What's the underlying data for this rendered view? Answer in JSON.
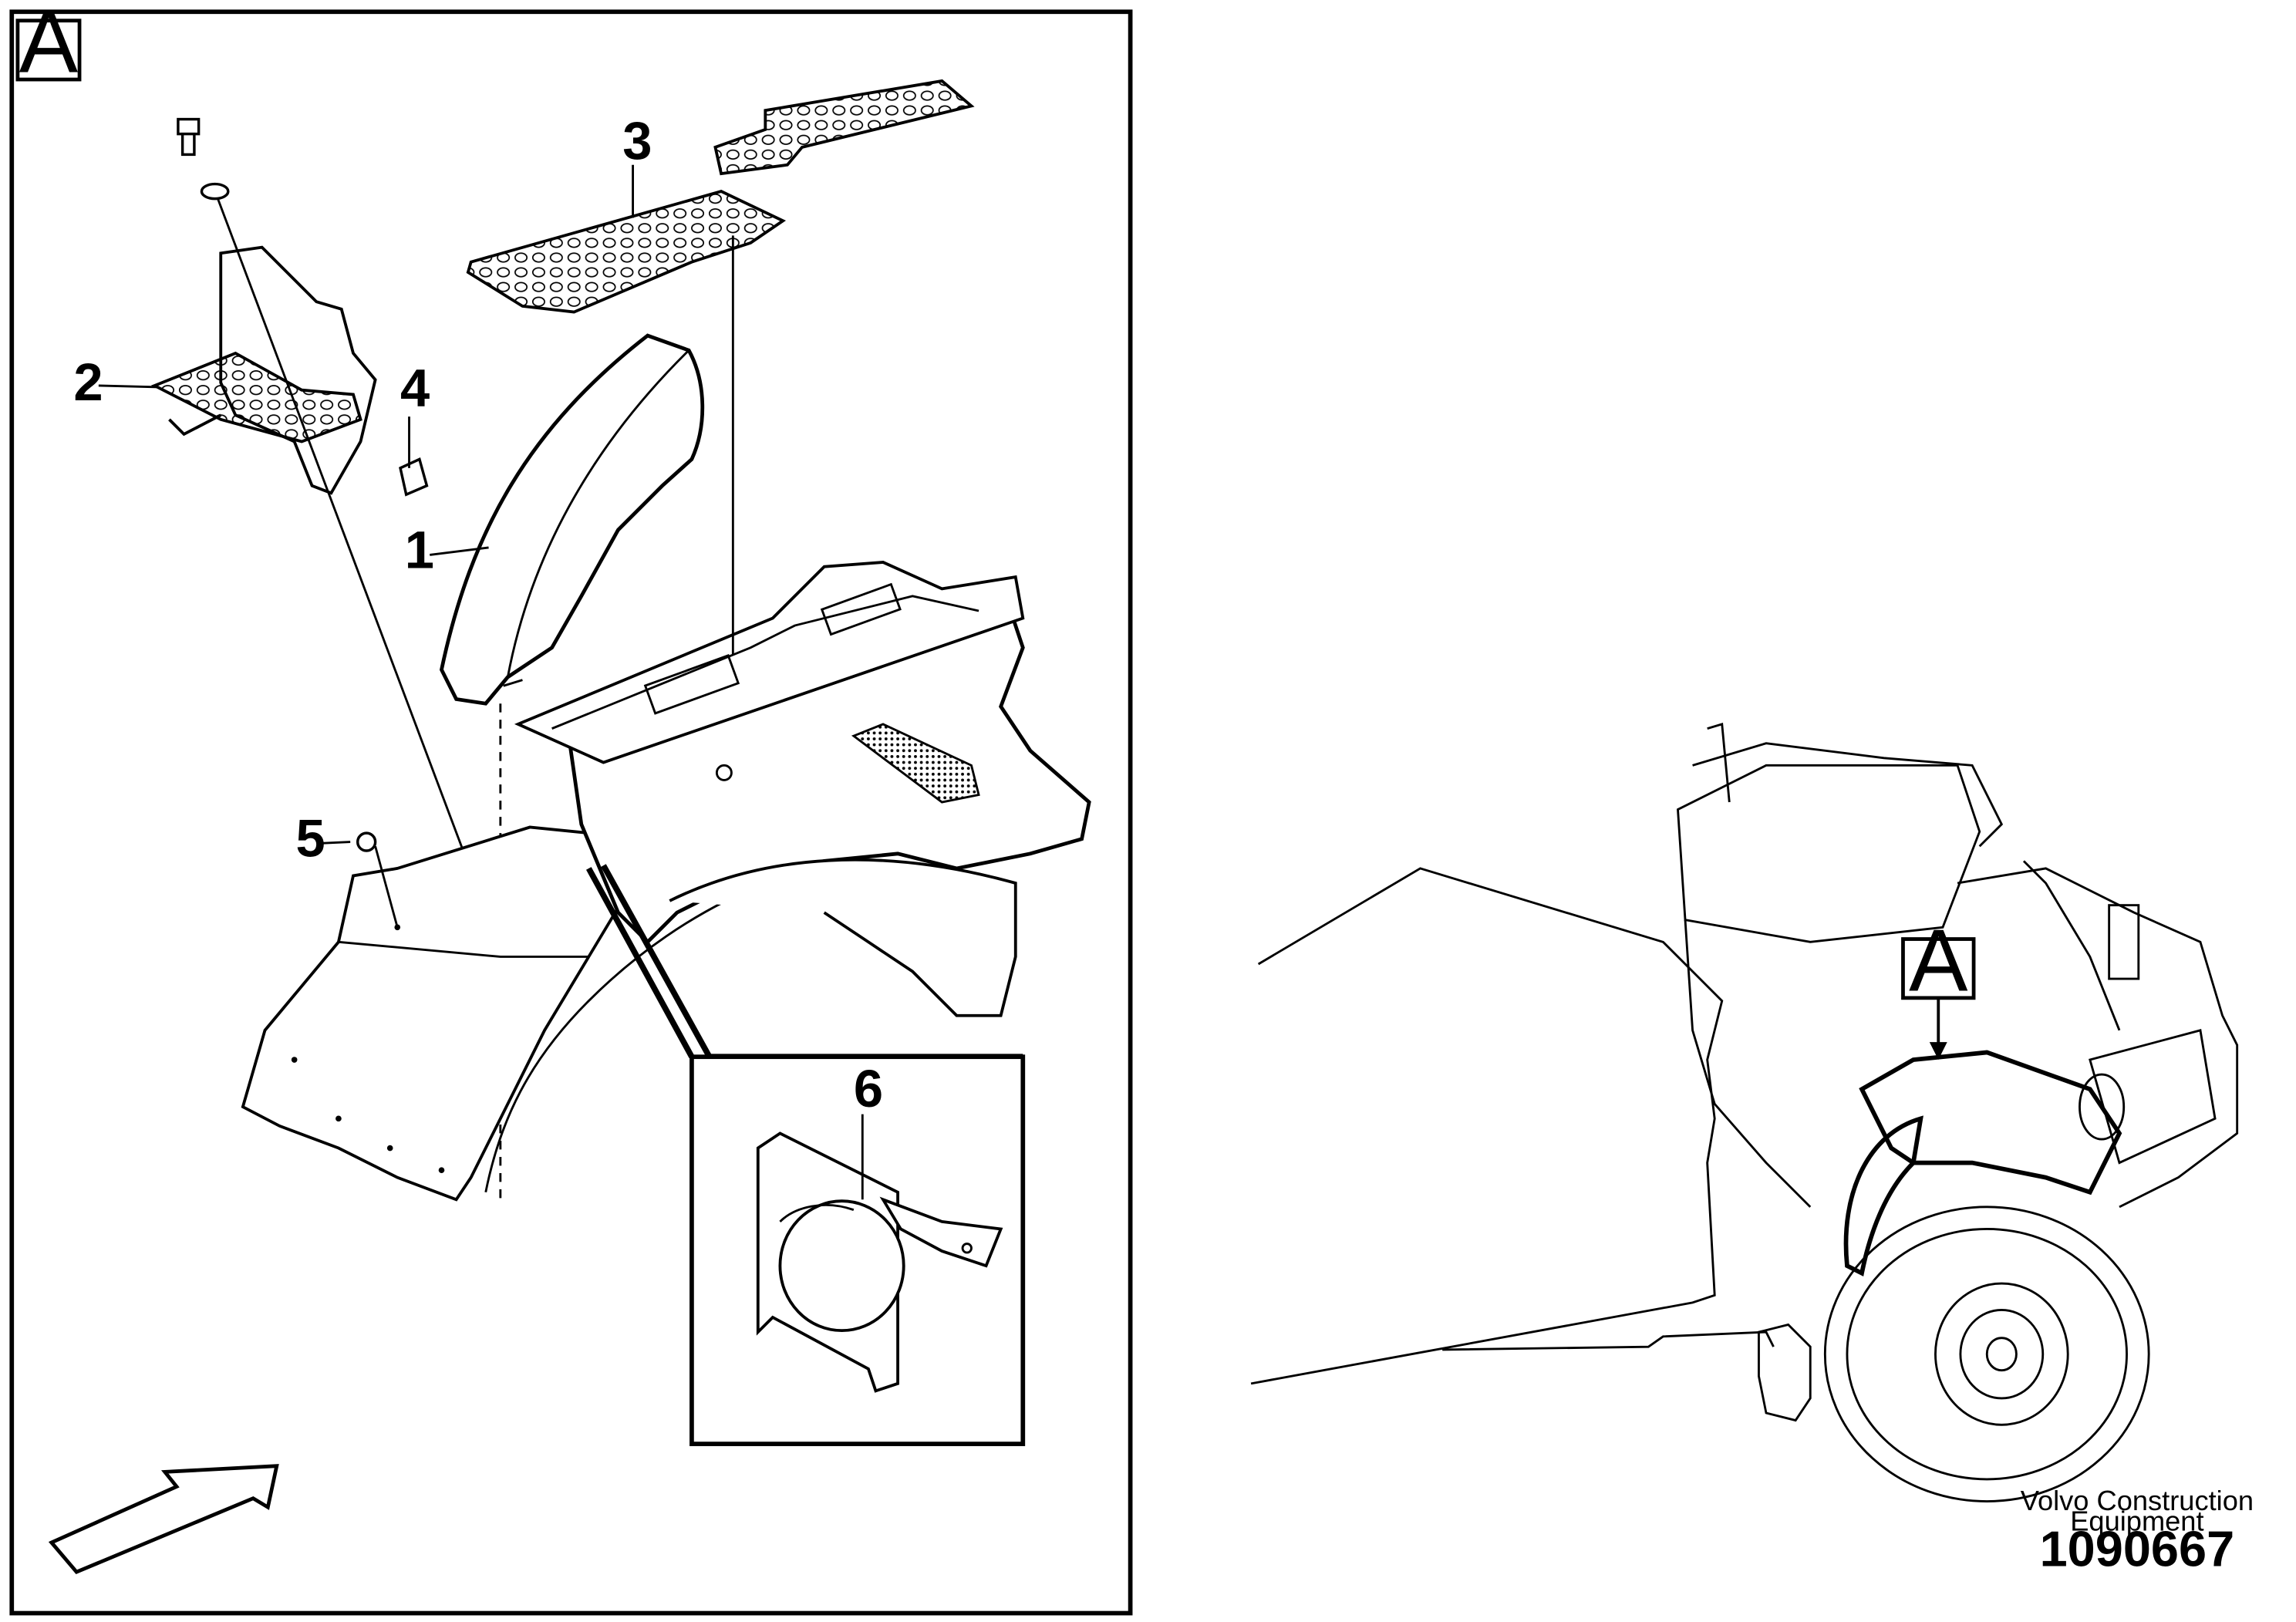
{
  "detail_view": {
    "letter": "A",
    "callouts": [
      "1",
      "2",
      "3",
      "4",
      "5",
      "6"
    ]
  },
  "overview": {
    "marker_letter": "A"
  },
  "footer": {
    "maker_line1": "Volvo Construction",
    "maker_line2": "Equipment",
    "doc_number": "1090667"
  }
}
